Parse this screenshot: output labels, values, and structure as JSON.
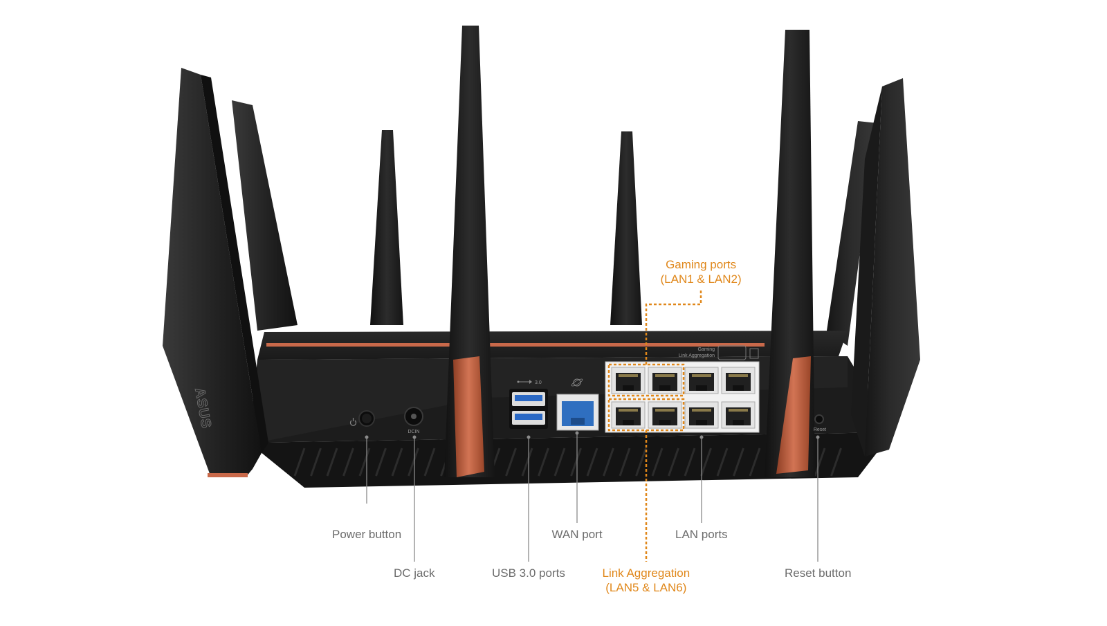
{
  "colors": {
    "background": "#ffffff",
    "body": "#1c1c1c",
    "antenna": "#262626",
    "copper": "#c9694a",
    "highlight": "#e0871a",
    "label": "#6b6b6b",
    "leader": "#8a8a8a",
    "port_panel": "#f2f2f2"
  },
  "router": {
    "brand": "ASUS",
    "usb_marking": "3.0",
    "dc_marking": "DCIN",
    "reset_marking": "Reset",
    "panel_marking_1": "Gaming",
    "panel_marking_2": "Link Aggregation"
  },
  "callouts": [
    {
      "id": "power",
      "lines": [
        "Power button"
      ],
      "highlight": false
    },
    {
      "id": "dc",
      "lines": [
        "DC jack"
      ],
      "highlight": false
    },
    {
      "id": "usb",
      "lines": [
        "USB 3.0 ports"
      ],
      "highlight": false
    },
    {
      "id": "wan",
      "lines": [
        "WAN port"
      ],
      "highlight": false
    },
    {
      "id": "link-agg",
      "lines": [
        "Link Aggregation",
        "(LAN5 & LAN6)"
      ],
      "highlight": true
    },
    {
      "id": "lan",
      "lines": [
        "LAN ports"
      ],
      "highlight": false
    },
    {
      "id": "reset",
      "lines": [
        "Reset button"
      ],
      "highlight": false
    },
    {
      "id": "gaming",
      "lines": [
        "Gaming ports",
        "(LAN1 & LAN2)"
      ],
      "highlight": true
    }
  ]
}
